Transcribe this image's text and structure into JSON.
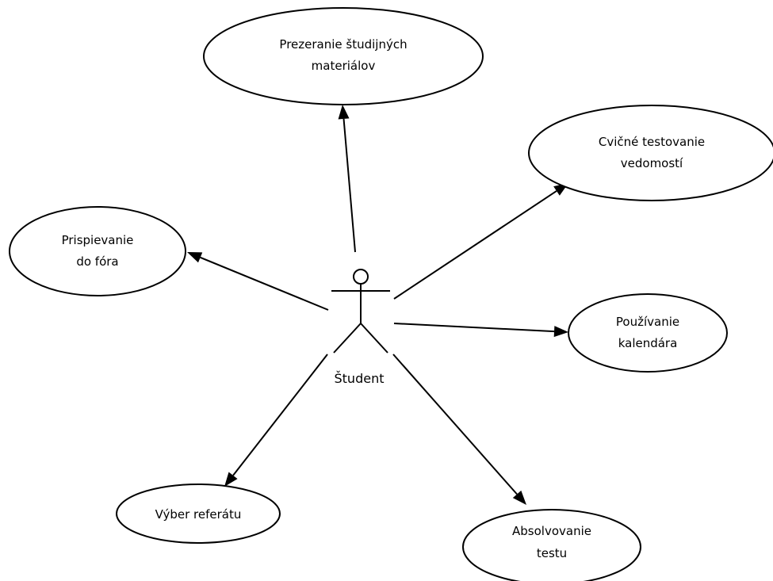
{
  "actor": {
    "label": "Študent"
  },
  "use_cases": [
    {
      "id": "prezeranie",
      "lines": [
        "Prezeranie študijných",
        "materiálov"
      ]
    },
    {
      "id": "cvicne",
      "lines": [
        "Cvičné testovanie",
        "vedomostí"
      ]
    },
    {
      "id": "prispievanie",
      "lines": [
        "Prispievanie",
        "do fóra"
      ]
    },
    {
      "id": "kalendar",
      "lines": [
        "Používanie",
        "kalendára"
      ]
    },
    {
      "id": "referat",
      "lines": [
        "Výber referátu"
      ]
    },
    {
      "id": "absolvovanie",
      "lines": [
        "Absolvovanie",
        "testu"
      ]
    }
  ],
  "colors": {
    "stroke": "#000000",
    "fill": "#ffffff"
  }
}
